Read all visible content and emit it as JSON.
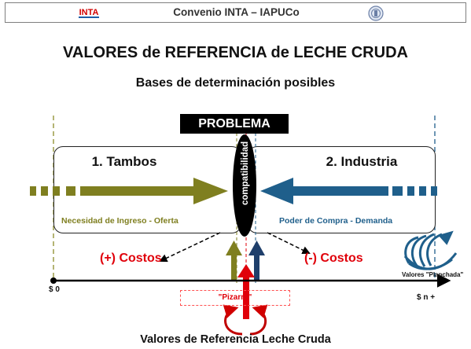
{
  "header": {
    "text": "Convenio INTA – IAPUCo",
    "inta_logo": "INTA"
  },
  "title": "VALORES de REFERENCIA  de LECHE CRUDA",
  "subtitle": "Bases de determinación posibles",
  "problema": "PROBLEMA",
  "tambos": {
    "title": "1. Tambos",
    "caption": "Necesidad de Ingreso - Oferta",
    "color": "#7f7f20"
  },
  "industria": {
    "title": "2. Industria",
    "caption": "Poder de Compra - Demanda",
    "color": "#1f5f8b"
  },
  "compatibilidad": "compatibilidad",
  "costos_plus": "(+) Costos",
  "costos_minus": "(-) Costos",
  "axis": {
    "start": "$ 0",
    "end": "$ n +"
  },
  "planchada": "Valores \"Planchada\"",
  "pizarra": "\"Pizarra\"",
  "footer": "Valores de Referencia Leche Cruda",
  "colors": {
    "red": "#e0000a",
    "olive": "#7f7f20",
    "blue": "#1f5f8b",
    "black": "#000000"
  }
}
